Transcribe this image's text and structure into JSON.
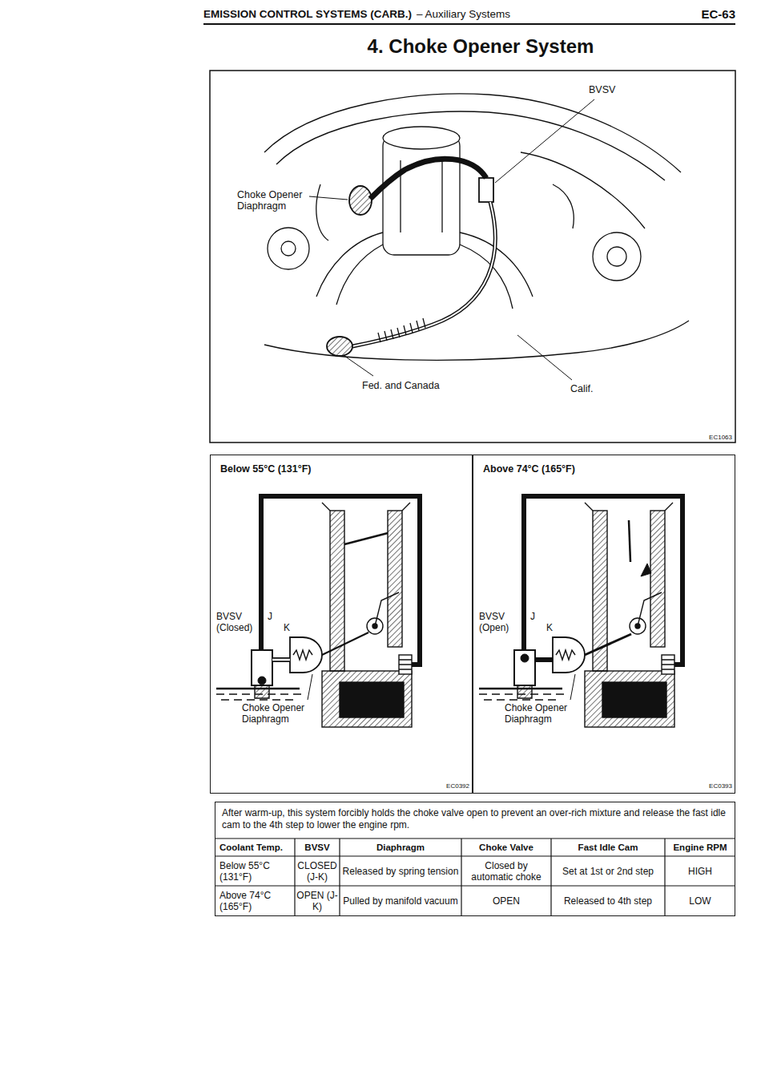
{
  "diagram": {
    "title": "4. Choke Opener System",
    "nodes": [
      {
        "text": [
          "Below 55°C (131°F)"
        ]
      },
      {
        "text": [
          "Above 74°C (165°F)"
        ]
      },
      {
        "text": [
          "After warm-up, this system forcibly holds the choke valve open to prevent an over-rich mixture and release the fast idle cam to the 4th step to lower the engine rpm."
        ]
      }
    ],
    "labels": [
      "EMISSION CONTROL SYSTEMS (CARB.)",
      "– Auxiliary Systems",
      "EC-63",
      "BVSV",
      "Choke Opener Diaphragm",
      "Fed. and Canada",
      "Calif.",
      "EC1063",
      "BVSV (Closed)",
      "J",
      "K",
      "Choke Opener Diaphragm",
      "EC0392",
      "BVSV (Open)",
      "J",
      "K",
      "Choke Opener Diaphragm",
      "EC0393",
      "Coolant Temp.",
      "BVSV",
      "Diaphragm",
      "Choke Valve",
      "Fast Idle Cam",
      "Engine RPM",
      "Below 55°C (131°F)",
      "CLOSED (J-K)",
      "Released by spring tension",
      "Closed by automatic choke",
      "Set at 1st or 2nd step",
      "HIGH",
      "Above 74°C (165°F)",
      "OPEN (J-K)",
      "Pulled by manifold vacuum",
      "OPEN",
      "Released to 4th step",
      "LOW"
    ]
  }
}
